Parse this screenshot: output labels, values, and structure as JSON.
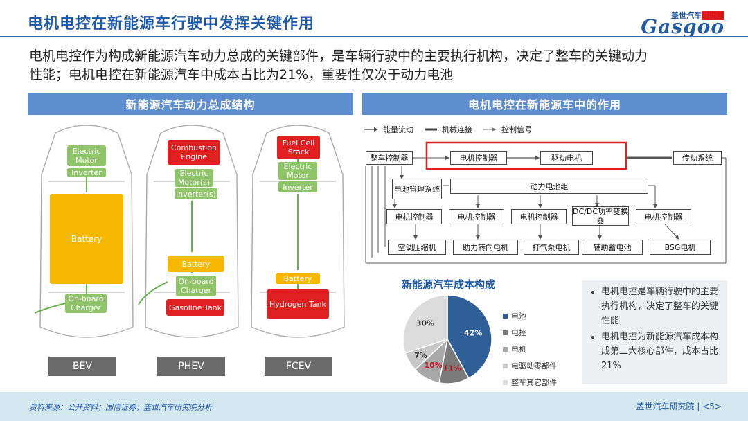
{
  "header": {
    "title": "电机电控在新能源车行驶中发挥关键作用",
    "logo_top": "盖世汽车",
    "logo_top_red": "研究院",
    "logo_main": "Gasgoo"
  },
  "intro": {
    "line1": "电机电控作为构成新能源汽车动力总成的关键部件，是车辆行驶中的主要执行机构，决定了整车的关键动力",
    "line2": "性能；电机电控在新能源汽车中成本占比为21%，重要性仅次于动力电池"
  },
  "left_panel": {
    "heading": "新能源汽车动力总成结构",
    "cars": [
      {
        "label": "BEV",
        "components": [
          "Electric Motor",
          "Inverter",
          "Battery",
          "On-board Charger"
        ]
      },
      {
        "label": "PHEV",
        "components": [
          "Combustion Engine",
          "Electric Motor(s)",
          "Inverter(s)",
          "Battery",
          "On-board Charger",
          "Gasoline Tank"
        ]
      },
      {
        "label": "FCEV",
        "components": [
          "Fuel Cell Stack",
          "Electric Motor",
          "Inverter",
          "Battery",
          "Hydrogen Tank"
        ]
      }
    ],
    "colors": {
      "motor": "#8fc46a",
      "battery": "#f6b800",
      "tank": "#e02020"
    }
  },
  "right_panel": {
    "heading": "电机电控在新能源车中的作用",
    "legend": {
      "energy": "能量流动",
      "mechanical": "机械连接",
      "control": "控制信号"
    },
    "diagram": {
      "vcu": "整车控制器",
      "motor_controller": "电机控制器",
      "drive_motor": "驱动电机",
      "transmission": "传动系统",
      "bms": "电池管理系统",
      "battery_pack": "动力电池组",
      "controllers": [
        "电机控制器",
        "电机控制器",
        "电机控制器",
        "DC/DC功率变换器",
        "电机控制器"
      ],
      "loads": [
        "空调压缩机",
        "助力转向电机",
        "打气泵电机",
        "辅助蓄电池",
        "BSG电机"
      ],
      "highlight_color": "#e02020"
    }
  },
  "pie": {
    "title": "新能源汽车成本构成",
    "slice_labels": [
      "42%",
      "11%",
      "10%",
      "7%",
      "30%"
    ],
    "legend": [
      "电池",
      "电控",
      "电机",
      "电驱动零部件",
      "整车其它部件"
    ]
  },
  "chart_data": {
    "type": "pie",
    "title": "新能源汽车成本构成",
    "categories": [
      "电池",
      "电控",
      "电机",
      "电驱动零部件",
      "整车其它部件"
    ],
    "values": [
      42,
      11,
      10,
      7,
      30
    ],
    "colors": [
      "#2f5f97",
      "#7a7a7a",
      "#a8a8a8",
      "#c8c8c8",
      "#dcdcdc"
    ],
    "legend_position": "right"
  },
  "bullets": [
    "电机电控是车辆行驶中的主要执行机构，决定了整车的关键性能",
    "电机电控为新能源汽车成本构成第二大核心部件，成本占比21%"
  ],
  "footer": {
    "source": "资料来源：公开资料；国信证券；盖世汽车研究院分析",
    "org": "盖世汽车研究院",
    "page": "<5>"
  }
}
